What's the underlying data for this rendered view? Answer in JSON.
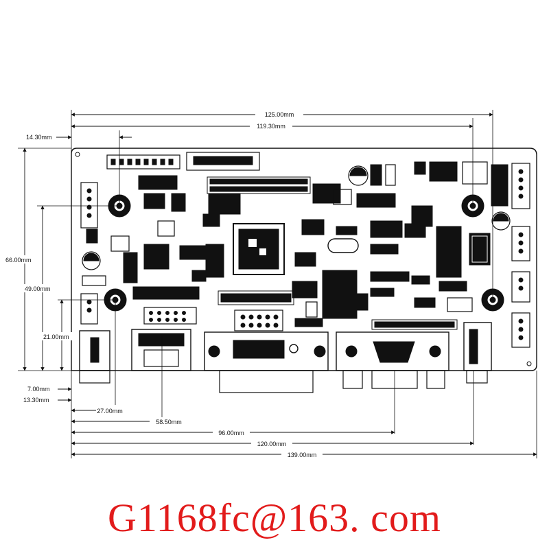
{
  "dimensions": {
    "top_125": "125.00mm",
    "top_119_3": "119.30mm",
    "left_14_3": "14.30mm",
    "left_66": "66.00mm",
    "left_49": "49.00mm",
    "left_21": "21.00mm",
    "left_7": "7.00mm",
    "left_13_3": "13.30mm",
    "bottom_27": "27.00mm",
    "bottom_58_5": "58.50mm",
    "bottom_96": "96.00mm",
    "bottom_120": "120.00mm",
    "bottom_139": "139.00mm"
  },
  "footer": {
    "email": "G1168fc@163. com"
  },
  "colors": {
    "email": "#e21b1b",
    "board": "#111111"
  }
}
